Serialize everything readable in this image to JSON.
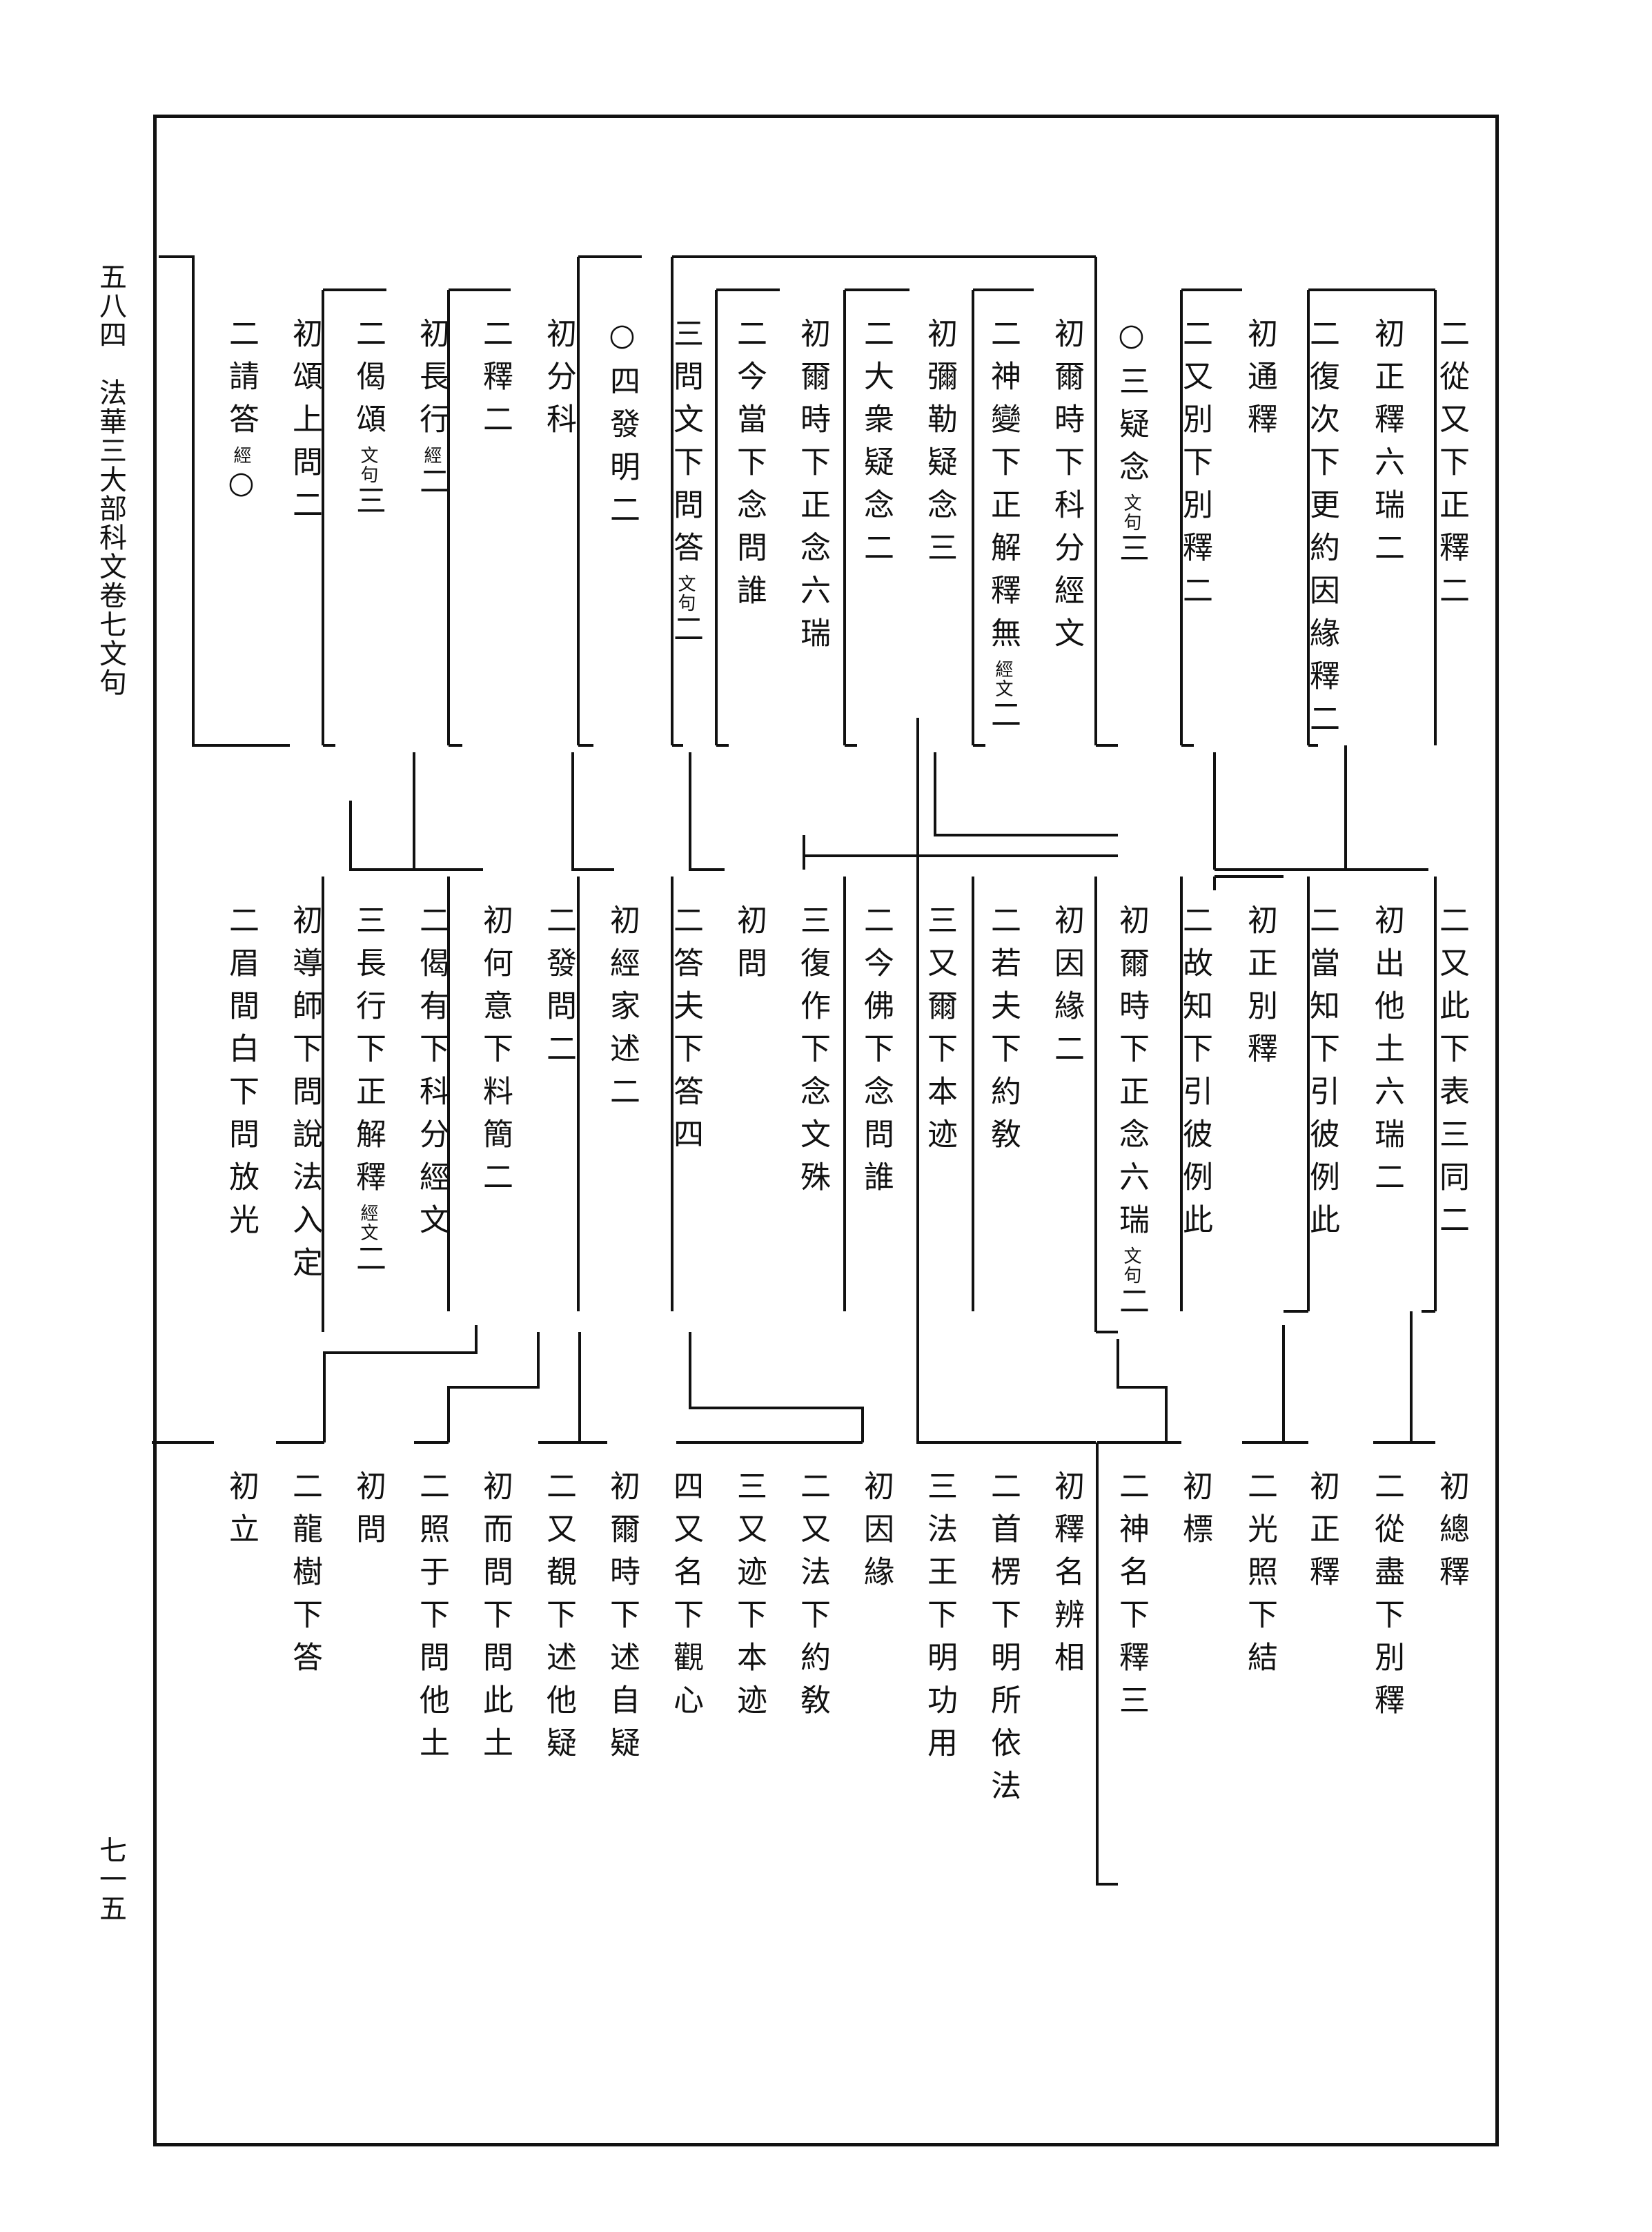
{
  "margin": {
    "vol": "五八四",
    "title": "法華三大部科文卷七文句",
    "page": "七一五"
  },
  "band1": [
    {
      "k": "c1",
      "main": "二從又下正釋",
      "cnt": "二"
    },
    {
      "k": "c2",
      "main": "初正釋六瑞",
      "cnt": "二"
    },
    {
      "k": "c3",
      "main": "二復次下更約因緣釋",
      "cnt": "二"
    },
    {
      "k": "c4",
      "main": "初通釋",
      "cnt": ""
    },
    {
      "k": "c5",
      "main": "二又別下別釋",
      "cnt": "二"
    },
    {
      "k": "c6",
      "main": "○三疑念",
      "note": "文句",
      "cnt": "三"
    },
    {
      "k": "c7",
      "main": "初爾時下科分經文",
      "cnt": ""
    },
    {
      "k": "c8",
      "main": "二神變下正解釋無",
      "note": "經文",
      "cnt": "二"
    },
    {
      "k": "c9",
      "main": "初彌勒疑念",
      "cnt": "三"
    },
    {
      "k": "c10",
      "main": "二大衆疑念",
      "cnt": "二"
    },
    {
      "k": "c11",
      "main": "初爾時下正念六瑞",
      "cnt": ""
    },
    {
      "k": "c12",
      "main": "二今當下念問誰",
      "cnt": ""
    },
    {
      "k": "c13",
      "main": "三問文下問答",
      "note": "文句",
      "cnt": "二"
    },
    {
      "k": "c14",
      "main": "○四發明",
      "cnt": "二"
    },
    {
      "k": "c15",
      "main": "初分科",
      "cnt": ""
    },
    {
      "k": "c16",
      "main": "二釋",
      "cnt": "二"
    },
    {
      "k": "c17",
      "main": "初長行",
      "note": "經",
      "cnt": "二"
    },
    {
      "k": "c18",
      "main": "二偈頌",
      "note": "文句",
      "cnt": "三"
    },
    {
      "k": "c19",
      "main": "初頌上問",
      "cnt": "二"
    },
    {
      "k": "c20",
      "main": "二請答",
      "note": "經",
      "cnt": "○"
    }
  ],
  "band2": [
    {
      "k": "d1",
      "main": "二又此下表三同",
      "cnt": "二"
    },
    {
      "k": "d2",
      "main": "初出他土六瑞",
      "cnt": "二"
    },
    {
      "k": "d3",
      "main": "二當知下引彼例此",
      "cnt": ""
    },
    {
      "k": "d4",
      "main": "初正別釋",
      "cnt": ""
    },
    {
      "k": "d5",
      "main": "二故知下引彼例此",
      "cnt": ""
    },
    {
      "k": "d6",
      "main": "初爾時下正念六瑞",
      "note": "文句",
      "cnt": "二"
    },
    {
      "k": "d7",
      "main": "初因緣",
      "cnt": "二"
    },
    {
      "k": "d8",
      "main": "二若夫下約敎",
      "cnt": ""
    },
    {
      "k": "d9",
      "main": "三又爾下本迹",
      "cnt": ""
    },
    {
      "k": "d10",
      "main": "二今佛下念問誰",
      "cnt": ""
    },
    {
      "k": "d11",
      "main": "三復作下念文殊",
      "cnt": ""
    },
    {
      "k": "d12",
      "main": "初問",
      "cnt": ""
    },
    {
      "k": "d13",
      "main": "二答夫下答",
      "cnt": "四"
    },
    {
      "k": "d14",
      "main": "初經家述",
      "cnt": "二"
    },
    {
      "k": "d15",
      "main": "二發問",
      "cnt": "二"
    },
    {
      "k": "d16",
      "main": "初何意下料簡",
      "cnt": "二"
    },
    {
      "k": "d17",
      "main": "二偈有下科分經文",
      "cnt": ""
    },
    {
      "k": "d18",
      "main": "三長行下正解釋",
      "note": "經文",
      "cnt": "二"
    },
    {
      "k": "d19",
      "main": "初導師下問說法入定",
      "cnt": ""
    },
    {
      "k": "d20",
      "main": "二眉間白下問放光",
      "cnt": ""
    }
  ],
  "band3": [
    {
      "k": "e1",
      "main": "初總釋",
      "cnt": ""
    },
    {
      "k": "e2",
      "main": "二從盡下別釋",
      "cnt": ""
    },
    {
      "k": "e3",
      "main": "初正釋",
      "cnt": ""
    },
    {
      "k": "e4",
      "main": "二光照下結",
      "cnt": ""
    },
    {
      "k": "e5",
      "main": "初標",
      "cnt": ""
    },
    {
      "k": "e6",
      "main": "二神名下釋",
      "cnt": "三"
    },
    {
      "k": "e7",
      "main": "初釋名辨相",
      "cnt": ""
    },
    {
      "k": "e8",
      "main": "二首楞下明所依法",
      "cnt": ""
    },
    {
      "k": "e9",
      "main": "三法王下明功用",
      "cnt": ""
    },
    {
      "k": "e10",
      "main": "初因緣",
      "cnt": ""
    },
    {
      "k": "e11",
      "main": "二又法下約敎",
      "cnt": ""
    },
    {
      "k": "e12",
      "main": "三又迹下本迹",
      "cnt": ""
    },
    {
      "k": "e13",
      "main": "四又名下觀心",
      "cnt": ""
    },
    {
      "k": "e14",
      "main": "初爾時下述自疑",
      "cnt": ""
    },
    {
      "k": "e15",
      "main": "二又覩下述他疑",
      "cnt": ""
    },
    {
      "k": "e16",
      "main": "初而問下問此土",
      "cnt": ""
    },
    {
      "k": "e17",
      "main": "二照于下問他土",
      "cnt": ""
    },
    {
      "k": "e18",
      "main": "初問",
      "cnt": ""
    },
    {
      "k": "e19",
      "main": "二龍樹下答",
      "cnt": ""
    },
    {
      "k": "e20",
      "main": "初立",
      "cnt": ""
    }
  ]
}
